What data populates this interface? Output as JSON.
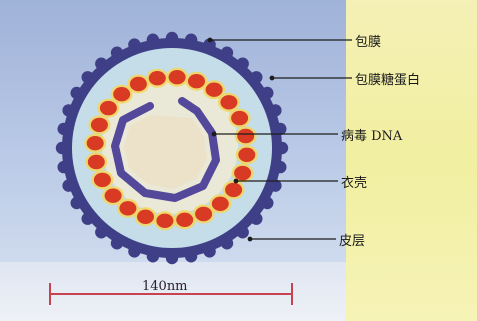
{
  "labels": {
    "envelope": "包膜",
    "envelope_glycoprotein": "包膜糖蛋白",
    "viral_dna": "病毒 DNA",
    "capsid": "衣壳",
    "tegument": "皮层"
  },
  "scale": {
    "text": "140nm"
  },
  "colors": {
    "envelope": "#3e3f86",
    "tegument": "#c4dde8",
    "capsomer": "#d83a23",
    "dna": "#54489a",
    "core": "#ece4cf",
    "scale_bar": "#c8434f"
  },
  "structure": {
    "capsomer_count": 24,
    "glycoprotein_count": 36
  }
}
